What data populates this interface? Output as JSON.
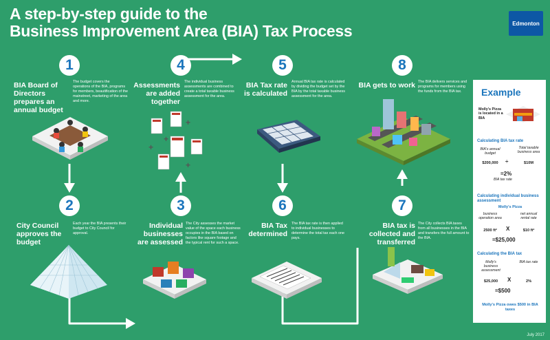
{
  "title": {
    "line1": "A step-by-step guide to the",
    "line2": "Business Improvement Area (BIA) Tax Process"
  },
  "logo": {
    "text": "Edmonton"
  },
  "steps": [
    {
      "number": "1",
      "heading": "BIA Board of Directors prepares an annual budget",
      "desc": "The budget covers the operations of the BIA, programs for members, beautification of the mainstreet, marketing of the area and more."
    },
    {
      "number": "2",
      "heading": "City Council approves the budget",
      "desc": "Each year the BIA presents their budget to City Council for approval."
    },
    {
      "number": "3",
      "heading": "Individual businesses are assessed",
      "desc": "The City assesses the market value of the space each business occupies in the BIA based on factors like square footage and the typical rent for such a space."
    },
    {
      "number": "4",
      "heading": "Assessments are added together",
      "desc": "The individual business assessments are combined to create a total taxable business assessment for the area."
    },
    {
      "number": "5",
      "heading": "BIA Tax rate is calculated",
      "desc": "Annual BIA tax rate is calculated by dividing the budget set by the BIA by the total taxable business assessment for the area."
    },
    {
      "number": "6",
      "heading": "BIA Tax determined",
      "desc": "The BIA tax rate is then applied to individual businesses to determine the total tax each one pays."
    },
    {
      "number": "7",
      "heading": "BIA tax is collected and transferred",
      "desc": "The City collects BIA taxes from all businesses in the BIA and transfers the full amount to the BIA."
    },
    {
      "number": "8",
      "heading": "BIA gets to work",
      "desc": "The BIA delivers services and programs for members using the funds from the BIA tax."
    }
  ],
  "example": {
    "title": "Example",
    "intro": "Molly's Pizza is located in a BIA",
    "rate_heading": "Calculating BIA tax rate",
    "rate_left": "BIA's annual budget",
    "rate_left_val": "$200,000",
    "rate_right": "Total taxable business area",
    "rate_right_val": "$10M",
    "rate_result": "=2%",
    "rate_result_label": "BIA tax rate",
    "assess_heading": "Calculating individual business assessment",
    "assess_sub": "Molly's Pizza",
    "assess_left": "business operation area",
    "assess_left_val": "2500 ft²",
    "assess_right": "net annual rental rate",
    "assess_right_val": "$10 ft²",
    "assess_result": "=$25,000",
    "tax_heading": "Calculating the BIA tax",
    "tax_left": "Molly's business assessment",
    "tax_left_val": "$25,000",
    "tax_right": "BIA tax rate",
    "tax_right_val": "2%",
    "tax_result": "=$500",
    "note": "Molly's Pizza owes $500 in BIA taxes",
    "op_div": "÷",
    "op_mul": "X"
  },
  "date": "July 2017",
  "colors": {
    "background": "#2e9e6b",
    "number_blue": "#1b75bc",
    "panel": "#ffffff"
  }
}
